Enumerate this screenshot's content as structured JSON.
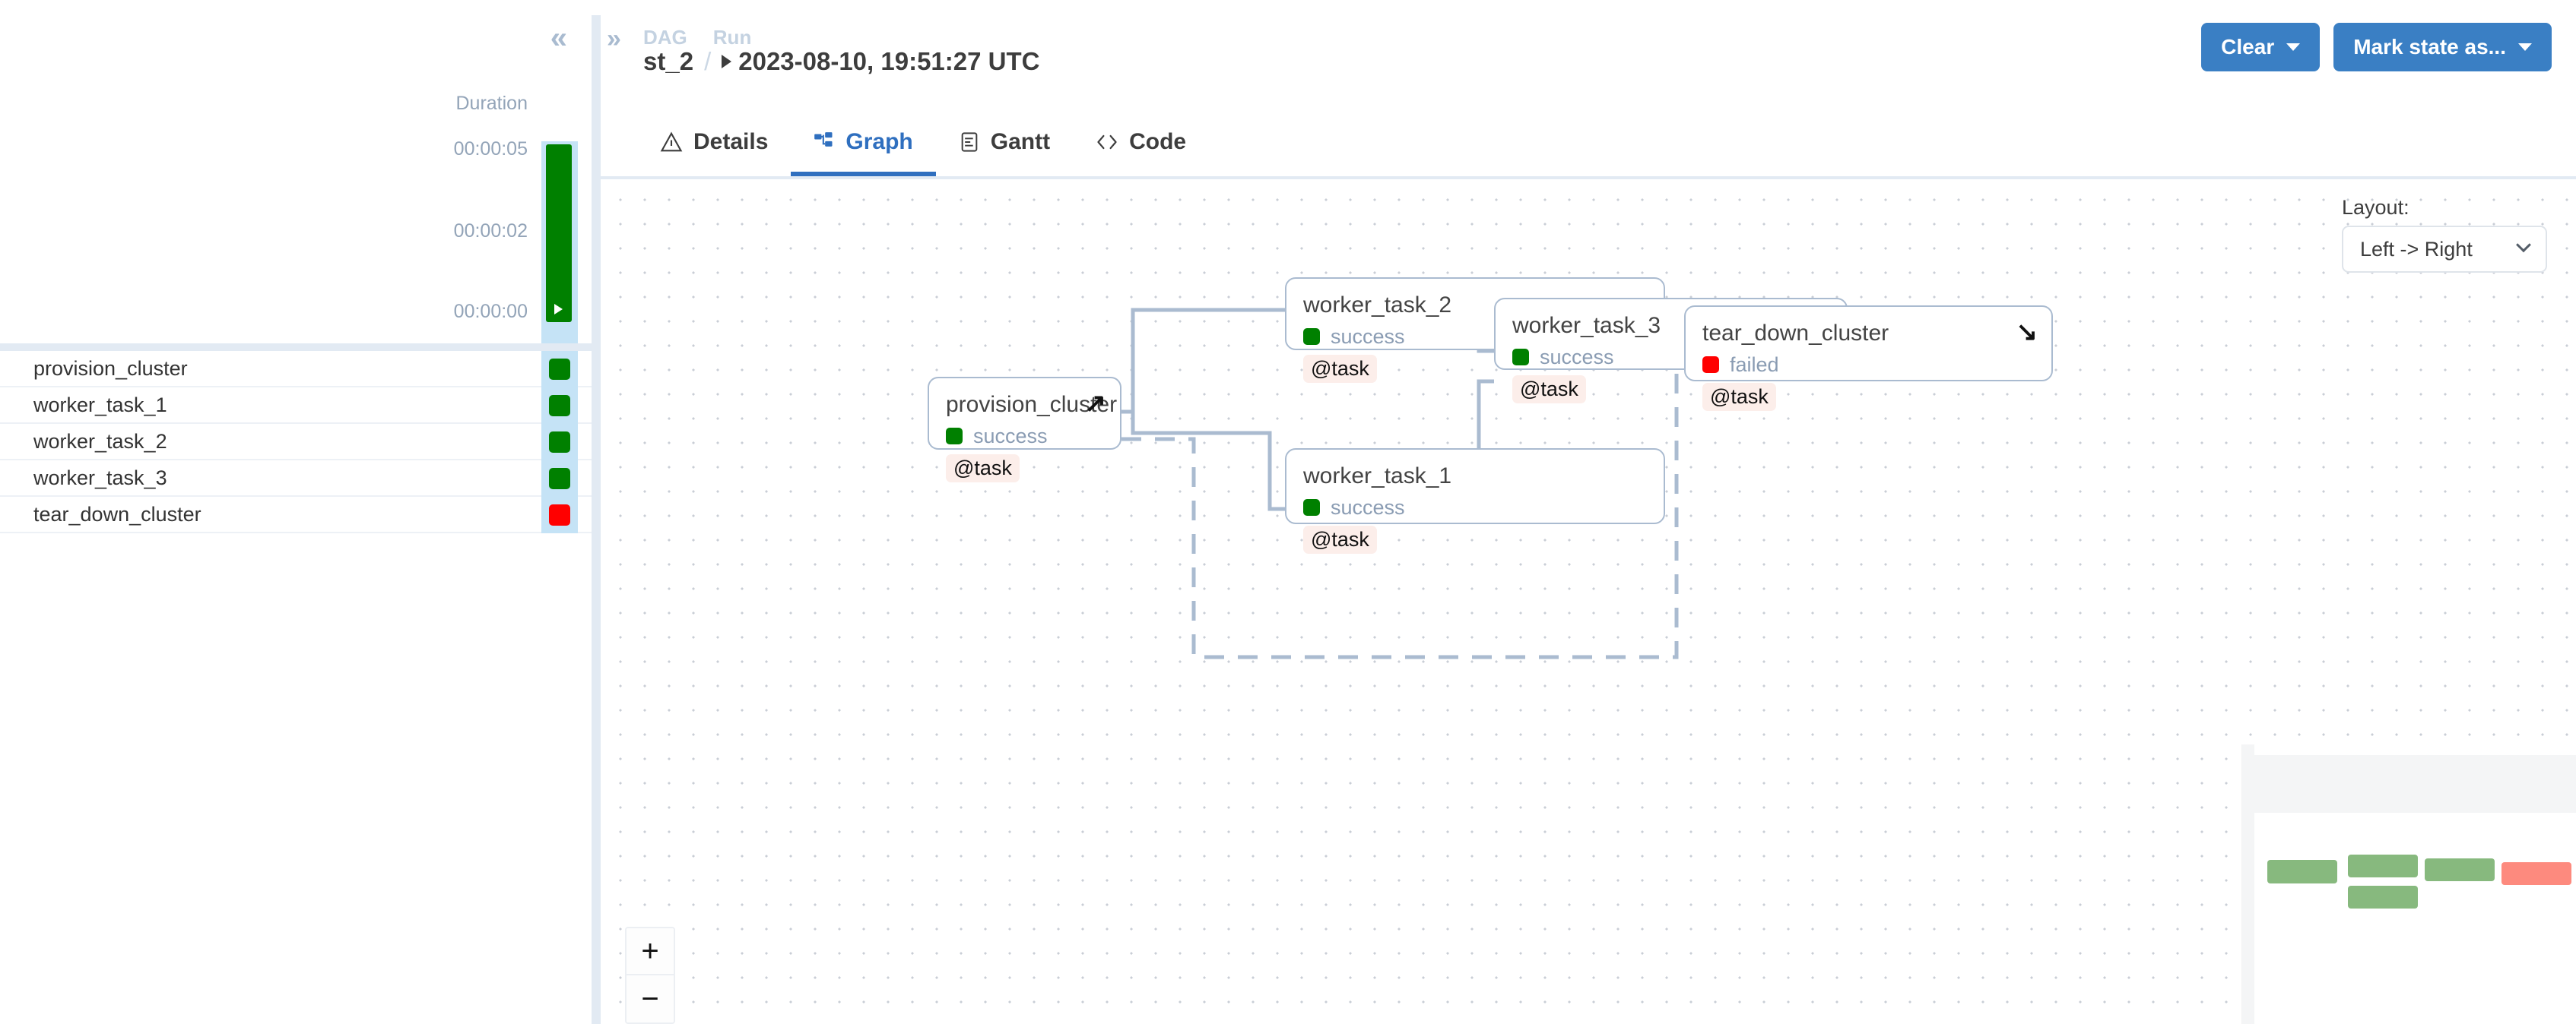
{
  "grid_panel": {
    "collapse_icon": "chevron-double-left",
    "duration_header": "Duration",
    "axis_ticks": [
      "00:00:05",
      "00:00:02",
      "00:00:00"
    ],
    "run_bar_state": "success",
    "task_rows": [
      {
        "name": "provision_cluster",
        "state": "success"
      },
      {
        "name": "worker_task_1",
        "state": "success"
      },
      {
        "name": "worker_task_2",
        "state": "success"
      },
      {
        "name": "worker_task_3",
        "state": "success"
      },
      {
        "name": "tear_down_cluster",
        "state": "failed"
      }
    ]
  },
  "header": {
    "expand_icon": "chevron-double-right",
    "breadcrumb_labels": {
      "dag": "DAG",
      "run": "Run"
    },
    "dag_id": "st_2",
    "separator": "/",
    "run_id": "2023-08-10, 19:51:27 UTC",
    "buttons": [
      {
        "label": "Clear",
        "has_caret": true
      },
      {
        "label": "Mark state as...",
        "has_caret": true
      }
    ]
  },
  "tabs": [
    {
      "label": "Details",
      "icon": "warning-triangle-icon",
      "active": false
    },
    {
      "label": "Graph",
      "icon": "graph-nodes-icon",
      "active": true
    },
    {
      "label": "Gantt",
      "icon": "gantt-document-icon",
      "active": false
    },
    {
      "label": "Code",
      "icon": "code-brackets-icon",
      "active": false
    }
  ],
  "graph": {
    "layout_label": "Layout:",
    "layout_value": "Left -> Right",
    "zoom_in": "+",
    "zoom_out": "−",
    "nodes": [
      {
        "id": "provision_cluster",
        "title": "provision_cluster",
        "state": "success",
        "badge": "@task",
        "corner": "↗"
      },
      {
        "id": "worker_task_2",
        "title": "worker_task_2",
        "state": "success",
        "badge": "@task",
        "corner": ""
      },
      {
        "id": "worker_task_1",
        "title": "worker_task_1",
        "state": "success",
        "badge": "@task",
        "corner": ""
      },
      {
        "id": "worker_task_3",
        "title": "worker_task_3",
        "state": "success",
        "badge": "@task",
        "corner": ""
      },
      {
        "id": "tear_down_cluster",
        "title": "tear_down_cluster",
        "state": "failed",
        "badge": "@task",
        "corner": "↘"
      }
    ],
    "state_labels": {
      "success": "success",
      "failed": "failed"
    },
    "minimap_nodes": [
      {
        "state": "success"
      },
      {
        "state": "success"
      },
      {
        "state": "success"
      },
      {
        "state": "success"
      },
      {
        "state": "failed"
      }
    ]
  },
  "colors": {
    "accent": "#3a7fc4",
    "success": "#008000",
    "failed": "#ff0000",
    "grid_selected": "#c5e3f6",
    "node_border": "#aabbd0",
    "badge_bg": "#fceeea",
    "muted_text": "#8a9cb3"
  }
}
